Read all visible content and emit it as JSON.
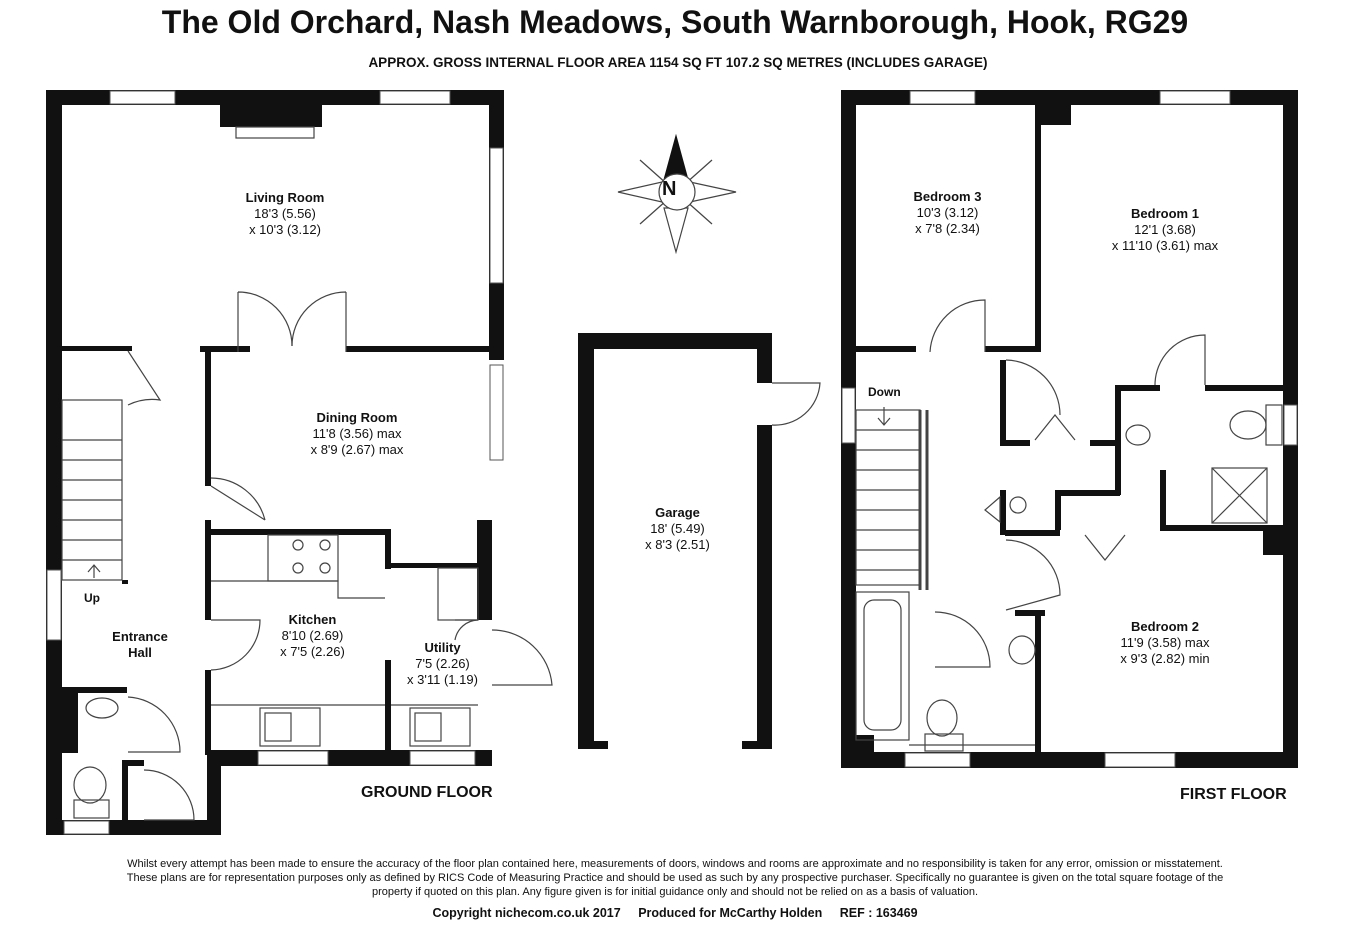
{
  "title": "The Old Orchard, Nash Meadows, South Warnborough, Hook, RG29",
  "subtitle": "APPROX. GROSS INTERNAL FLOOR AREA 1154 SQ FT 107.2 SQ METRES (INCLUDES GARAGE)",
  "compass_letter": "N",
  "ground_floor": {
    "label": "GROUND FLOOR",
    "stair_label": "Up",
    "rooms": [
      {
        "name": "Living Room",
        "dim1": "18'3 (5.56)",
        "dim2": "x 10'3 (3.12)"
      },
      {
        "name": "Dining Room",
        "dim1": "11'8 (3.56) max",
        "dim2": "x 8'9 (2.67) max"
      },
      {
        "name": "Kitchen",
        "dim1": "8'10 (2.69)",
        "dim2": "x 7'5 (2.26)"
      },
      {
        "name": "Utility",
        "dim1": "7'5 (2.26)",
        "dim2": "x 3'11 (1.19)"
      },
      {
        "name": "Entrance",
        "dim1": "Hall",
        "dim2": ""
      }
    ]
  },
  "garage": {
    "name": "Garage",
    "dim1": "18' (5.49)",
    "dim2": "x 8'3 (2.51)"
  },
  "first_floor": {
    "label": "FIRST FLOOR",
    "stair_label": "Down",
    "rooms": [
      {
        "name": "Bedroom 3",
        "dim1": "10'3 (3.12)",
        "dim2": "x 7'8 (2.34)"
      },
      {
        "name": "Bedroom 1",
        "dim1": "12'1 (3.68)",
        "dim2": "x 11'10 (3.61) max"
      },
      {
        "name": "Bedroom 2",
        "dim1": "11'9 (3.58) max",
        "dim2": "x 9'3 (2.82) min"
      }
    ]
  },
  "disclaimer": "Whilst every attempt has been made to ensure the accuracy of the floor plan contained here, measurements of doors, windows and rooms are approximate and no responsibility is taken for any error, omission or misstatement. These plans are for representation purposes only as defined by RICS Code of Measuring Practice and should be used as such by any prospective purchaser.  Specifically no guarantee is given on the total square footage of the property if quoted on this plan. Any figure given is for initial guidance only and should not be relied on as a basis of valuation.",
  "footer": {
    "copyright": "Copyright nichecom.co.uk 2017",
    "produced_for": "Produced for McCarthy Holden",
    "ref": "REF : 163469"
  },
  "colors": {
    "wall": "#111111",
    "line": "#555555",
    "background": "#ffffff"
  }
}
